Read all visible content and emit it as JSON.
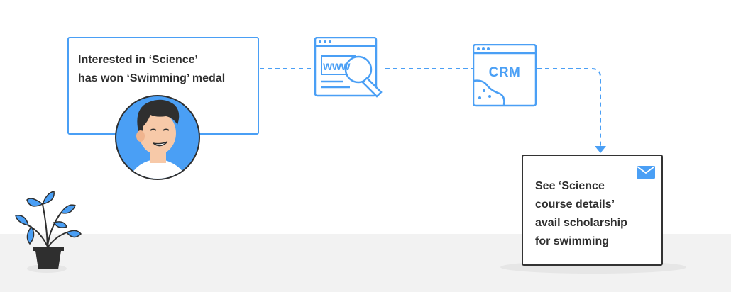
{
  "interest_card": {
    "lines": [
      "Interested in ‘Science’",
      "has won ‘Swimming’ medal"
    ]
  },
  "website_icon": {
    "label": "WWW"
  },
  "crm_icon": {
    "label": "CRM"
  },
  "email_card": {
    "lines": [
      "See ‘Science",
      "course details’",
      "avail scholarship",
      "for swimming"
    ]
  },
  "colors": {
    "accent": "#4a9ff5",
    "text": "#2f2f2f",
    "floor": "#f2f2f2"
  }
}
